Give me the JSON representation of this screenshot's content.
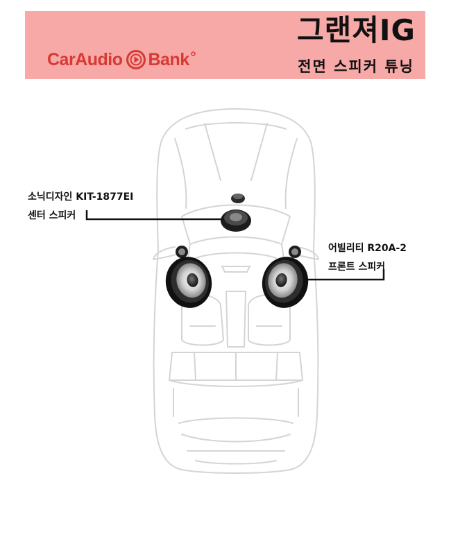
{
  "header": {
    "brand": {
      "part1": "CarAudio",
      "part2": "Bank",
      "icon": "play-circle-icon",
      "color": "#d63a34"
    },
    "title": "그랜져IG",
    "subtitle": "전면 스피커 튜닝",
    "background": "#f6a9a6"
  },
  "callouts": {
    "center": {
      "line1": "소닉디자인 KIT-1877EI",
      "line2": "센터 스피커"
    },
    "front": {
      "line1": "어빌리티 R20A-2",
      "line2": "프론트 스피커"
    }
  }
}
